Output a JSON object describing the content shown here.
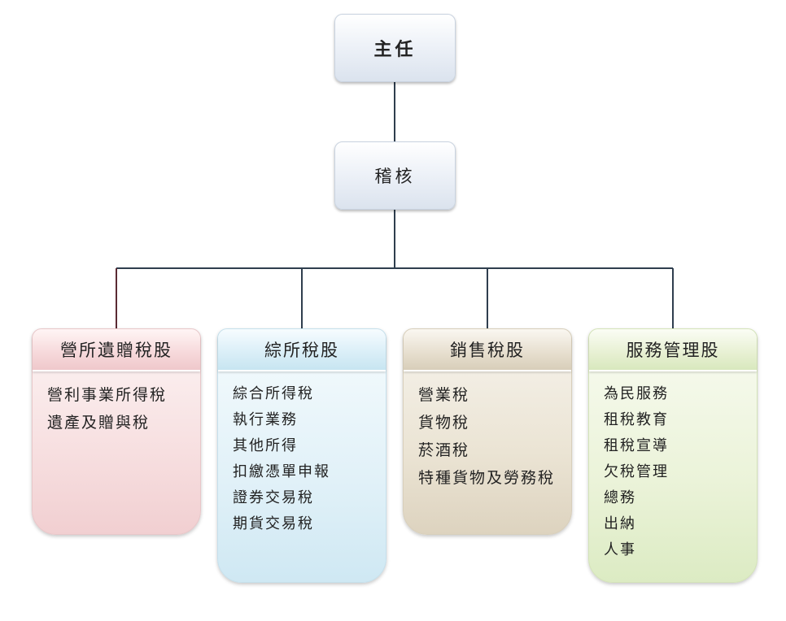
{
  "chief": {
    "label": "主任"
  },
  "audit": {
    "label": "稽核"
  },
  "departments": [
    {
      "title": "營所遺贈稅股",
      "items": [
        "營利事業所得稅",
        "遺產及贈與稅"
      ]
    },
    {
      "title": "綜所稅股",
      "items": [
        "綜合所得稅",
        "執行業務",
        "其他所得",
        "扣繳憑單申報",
        "證券交易稅",
        "期貨交易稅"
      ]
    },
    {
      "title": "銷售稅股",
      "items": [
        "營業稅",
        "貨物稅",
        "菸酒稅",
        "特種貨物及勞務稅"
      ]
    },
    {
      "title": "服務管理股",
      "items": [
        "為民服務",
        "租稅教育",
        "租稅宣導",
        "欠稅管理",
        "總務",
        "出納",
        "人事"
      ]
    }
  ],
  "colors": {
    "connector": "#2f3e4e",
    "dept_0": "#f1cfd1",
    "dept_1": "#cfe8f3",
    "dept_2": "#ddd3bf",
    "dept_3": "#dcebc3"
  }
}
